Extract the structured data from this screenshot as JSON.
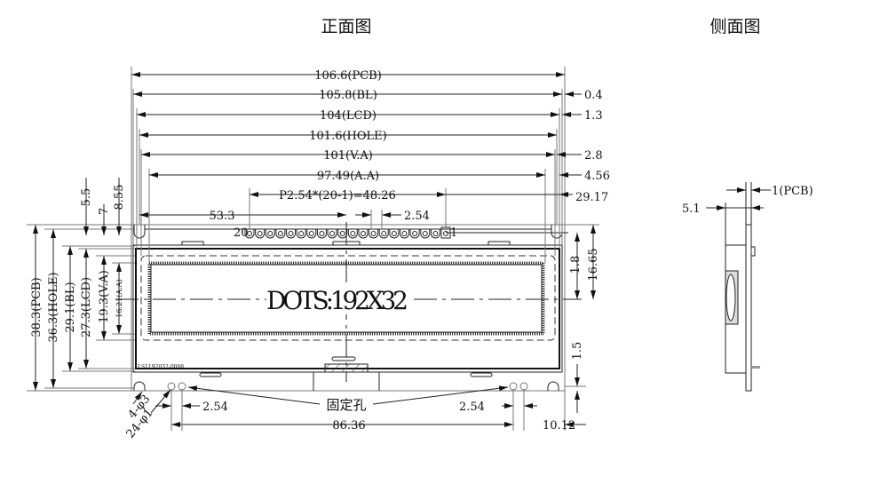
{
  "titles": {
    "front": "正面图",
    "side": "侧面图"
  },
  "display_text": "DOTS:192X32",
  "pcb_code": "LS1192032-0008",
  "dimensions": {
    "pcb_width": "106.6(PCB)",
    "bl_width": "105.8(BL)",
    "lcd_width": "104(LCD)",
    "hole_width": "101.6(HOLE)",
    "va_width": "101(V.A)",
    "aa_width": "97.49(A.A)",
    "pitch": "P2.54*(20-1)=48.26",
    "pin_offset": "53.3",
    "pin_pitch": "2.54",
    "right_04": "0.4",
    "right_13": "1.3",
    "right_28": "2.8",
    "right_456": "4.56",
    "right_2917": "29.17",
    "v_18": "1.8",
    "v_1665": "16.65",
    "v_15": "1.5",
    "pcb_height": "38.3(PCB)",
    "hole_height": "36.3(HOLE)",
    "bl_height": "29.1(BL)",
    "lcd_height": "27.3(LCD)",
    "va_height": "19.3(V.A)",
    "aa_height": "16.21(A.A)",
    "top_55": "5.5",
    "top_7": "7",
    "top_855": "8.55",
    "mount_holes": "4-φ3",
    "pin_holes": "24-φ1",
    "bottom_pitch_left": "2.54",
    "bottom_pitch_right": "2.54",
    "fixing_holes": "固定孔",
    "bottom_span": "86.36",
    "bottom_right": "10.12",
    "side_pcb": "1(PCB)",
    "side_thickness": "5.1"
  },
  "pins": {
    "first": "1",
    "last": "20",
    "count": 20
  }
}
